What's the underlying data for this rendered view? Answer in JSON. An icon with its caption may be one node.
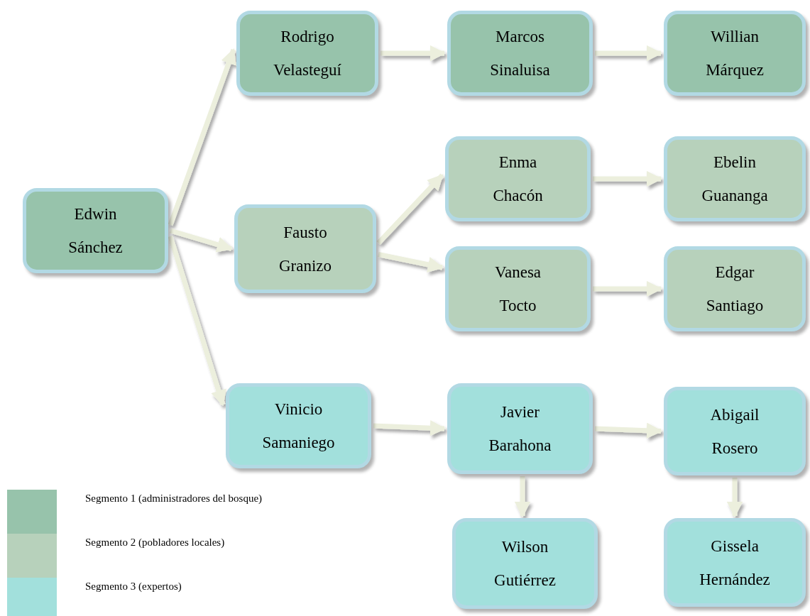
{
  "diagram": {
    "nodes": [
      {
        "text": [
          "Edwin Sánchez"
        ]
      },
      {
        "text": [
          "Rodrigo Velasteguí"
        ]
      },
      {
        "text": [
          "Marcos Sinaluisa"
        ]
      },
      {
        "text": [
          "Willian Márquez"
        ]
      },
      {
        "text": [
          "Fausto Granizo"
        ]
      },
      {
        "text": [
          "Enma Chacón"
        ]
      },
      {
        "text": [
          "Ebelin Guananga"
        ]
      },
      {
        "text": [
          "Vanesa Tocto"
        ]
      },
      {
        "text": [
          "Edgar Santiago"
        ]
      },
      {
        "text": [
          "Vinicio Samaniego"
        ]
      },
      {
        "text": [
          "Javier Barahona"
        ]
      },
      {
        "text": [
          "Abigail Rosero"
        ]
      },
      {
        "text": [
          "Wilson Gutiérrez"
        ]
      },
      {
        "text": [
          "Gissela Hernández"
        ]
      }
    ],
    "edges": [
      {
        "from": 0,
        "to": 1,
        "arrow": "to"
      },
      {
        "from": 0,
        "to": 4,
        "arrow": "to"
      },
      {
        "from": 0,
        "to": 9,
        "arrow": "to"
      },
      {
        "from": 1,
        "to": 2,
        "arrow": "to"
      },
      {
        "from": 2,
        "to": 3,
        "arrow": "to"
      },
      {
        "from": 4,
        "to": 5,
        "arrow": "to"
      },
      {
        "from": 4,
        "to": 7,
        "arrow": "to"
      },
      {
        "from": 5,
        "to": 6,
        "arrow": "to"
      },
      {
        "from": 7,
        "to": 8,
        "arrow": "to"
      },
      {
        "from": 9,
        "to": 10,
        "arrow": "to"
      },
      {
        "from": 10,
        "to": 11,
        "arrow": "to"
      },
      {
        "from": 10,
        "to": 12,
        "arrow": "to"
      },
      {
        "from": 11,
        "to": 13,
        "arrow": "to"
      }
    ],
    "legend": [
      {
        "text": "Segmento 1 (administradores del bosque)",
        "color": "#97c3ab"
      },
      {
        "text": "Segmento 2 (pobladores locales)",
        "color": "#b7d1bb"
      },
      {
        "text": "Segmento 3 (expertos)",
        "color": "#a2e0dc"
      }
    ]
  }
}
